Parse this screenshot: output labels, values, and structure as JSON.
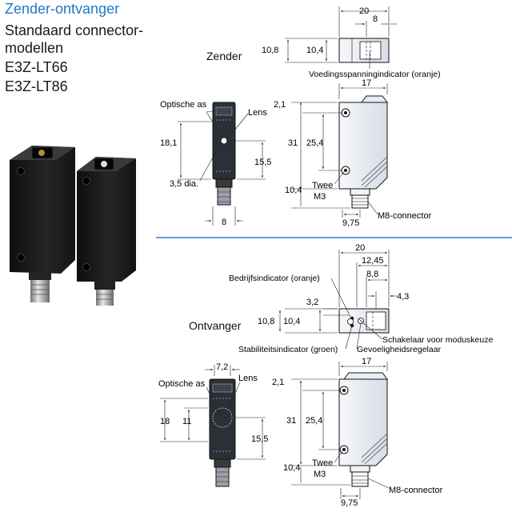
{
  "header": {
    "category": "Zender-ontvanger",
    "title_line1": "Standaard connector-",
    "title_line2": "modellen",
    "model1": "E3Z-LT66",
    "model2": "E3Z-LT86"
  },
  "emitter": {
    "section_label": "Zender",
    "callouts": {
      "power_indicator": "Voedingsspanningindicator (oranje)",
      "optical_axis": "Optische as",
      "lens": "Lens",
      "hole_dia": "3,5 dia.",
      "mount_line1": "Twee",
      "mount_line2": "M3",
      "connector": "M8-connector"
    },
    "dims": {
      "top_width": "20",
      "top_lens": "8",
      "top_h_outer": "10,8",
      "top_h_inner": "10,4",
      "side_width": "17",
      "side_top_offset": "2,1",
      "side_height": "31",
      "side_hole_pitch": "25,4",
      "side_bottom": "10,4",
      "side_conn": "9,75",
      "front_axis": "18,1",
      "front_axis_low": "15,5",
      "front_width": "8"
    }
  },
  "receiver": {
    "section_label": "Ontvanger",
    "callouts": {
      "operation_indicator": "Bedrijfsindicator (oranje)",
      "mode_switch": "Schakelaar voor moduskeuze",
      "stability_indicator": "Stabiliteitsindicator (groen)",
      "sensitivity": "Gevoeligheidsregelaar",
      "optical_axis": "Optische as",
      "lens": "Lens",
      "mount_line1": "Twee",
      "mount_line2": "M3",
      "connector": "M8-connector"
    },
    "dims": {
      "top_width": "20",
      "top_12_45": "12,45",
      "top_8_8": "8,8",
      "top_4_3": "4,3",
      "top_3_2": "3,2",
      "top_h_outer": "10,8",
      "top_h_inner": "10,4",
      "front_width": "7,2",
      "front_axis": "18",
      "front_11": "11",
      "front_axis_low": "15,5",
      "side_width": "17",
      "side_top_offset": "2,1",
      "side_height": "31",
      "side_hole_pitch": "25,4",
      "side_bottom": "10,4",
      "side_conn": "9,75"
    }
  },
  "colors": {
    "accent_blue": "#1f77c9",
    "divider": "#2a7fd0"
  }
}
